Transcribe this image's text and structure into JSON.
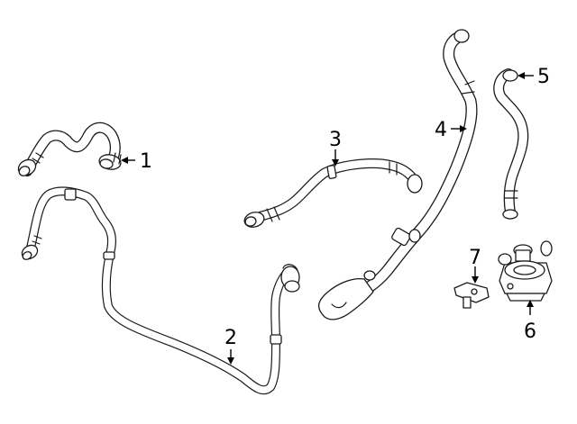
{
  "diagram": {
    "background": "#ffffff",
    "line_color": "#1a1a1a",
    "callouts": [
      {
        "id": "1",
        "label": "1"
      },
      {
        "id": "2",
        "label": "2"
      },
      {
        "id": "3",
        "label": "3"
      },
      {
        "id": "4",
        "label": "4"
      },
      {
        "id": "5",
        "label": "5"
      },
      {
        "id": "6",
        "label": "6"
      },
      {
        "id": "7",
        "label": "7"
      }
    ]
  }
}
